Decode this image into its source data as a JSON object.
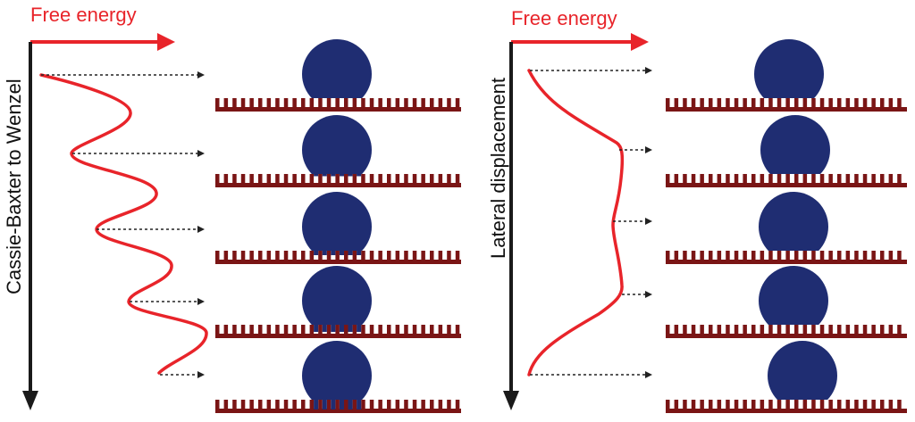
{
  "left_panel": {
    "title": "Free energy",
    "axis_label": "Cassie-Baxter to Wenzel"
  },
  "right_panel": {
    "title": "Free energy",
    "axis_label": "Lateral displacement"
  },
  "colors": {
    "curve": "#e8242a",
    "axis": "#1a1a1a",
    "droplet": "#1f2d72",
    "substrate": "#7a1515",
    "arrow": "#222222"
  }
}
